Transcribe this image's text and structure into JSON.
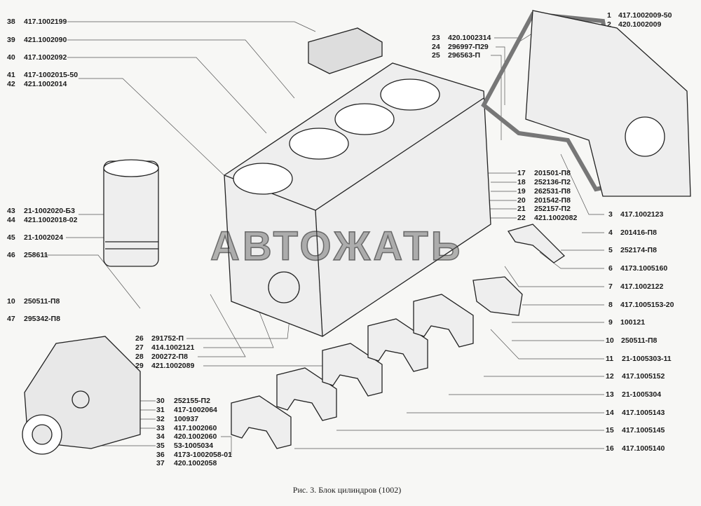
{
  "caption": "Рис. 3. Блок цилиндров (1002)",
  "watermark": "АВТОЖАТЬ",
  "labels": [
    {
      "num": "38",
      "code": "417.1002199"
    },
    {
      "num": "39",
      "code": "421.1002090"
    },
    {
      "num": "40",
      "code": "417.1002092"
    },
    {
      "num": "41",
      "code": "417-1002015-50"
    },
    {
      "num": "42",
      "code": "421.1002014"
    },
    {
      "num": "43",
      "code": "21-1002020-Б3"
    },
    {
      "num": "44",
      "code": "421.1002018-02"
    },
    {
      "num": "45",
      "code": "21-1002024"
    },
    {
      "num": "46",
      "code": "258611"
    },
    {
      "num": "10",
      "code": "250511-П8"
    },
    {
      "num": "47",
      "code": "295342-П8"
    },
    {
      "num": "26",
      "code": "291752-П"
    },
    {
      "num": "27",
      "code": "414.1002121"
    },
    {
      "num": "28",
      "code": "200272-П8"
    },
    {
      "num": "29",
      "code": "421.1002089"
    },
    {
      "num": "30",
      "code": "252155-П2"
    },
    {
      "num": "31",
      "code": "417-1002064"
    },
    {
      "num": "32",
      "code": "100937"
    },
    {
      "num": "33",
      "code": "417.1002060"
    },
    {
      "num": "34",
      "code": "420.1002060"
    },
    {
      "num": "35",
      "code": "53-1005034"
    },
    {
      "num": "36",
      "code": "4173-1002058-01"
    },
    {
      "num": "37",
      "code": "420.1002058"
    },
    {
      "num": "1",
      "code": "417.1002009-50"
    },
    {
      "num": "2",
      "code": "420.1002009"
    },
    {
      "num": "23",
      "code": "420.1002314"
    },
    {
      "num": "24",
      "code": "296997-П29"
    },
    {
      "num": "25",
      "code": "296563-П"
    },
    {
      "num": "17",
      "code": "201501-П8"
    },
    {
      "num": "18",
      "code": "252136-П2"
    },
    {
      "num": "19",
      "code": "262531-П8"
    },
    {
      "num": "20",
      "code": "201542-П8"
    },
    {
      "num": "21",
      "code": "252157-П2"
    },
    {
      "num": "22",
      "code": "421.1002082"
    },
    {
      "num": "3",
      "code": "417.1002123"
    },
    {
      "num": "4",
      "code": "201416-П8"
    },
    {
      "num": "5",
      "code": "252174-П8"
    },
    {
      "num": "6",
      "code": "4173.1005160"
    },
    {
      "num": "7",
      "code": "417.1002122"
    },
    {
      "num": "8",
      "code": "417.1005153-20"
    },
    {
      "num": "9",
      "code": "100121"
    },
    {
      "num": "10",
      "code": "250511-П8"
    },
    {
      "num": "11",
      "code": "21-1005303-11"
    },
    {
      "num": "12",
      "code": "417.1005152"
    },
    {
      "num": "13",
      "code": "21-1005304"
    },
    {
      "num": "14",
      "code": "417.1005143"
    },
    {
      "num": "15",
      "code": "417.1005145"
    },
    {
      "num": "16",
      "code": "417.1005140"
    }
  ]
}
